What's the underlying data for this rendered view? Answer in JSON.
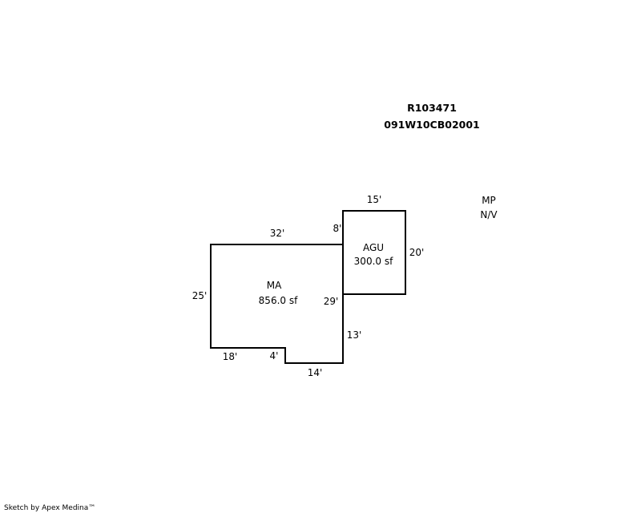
{
  "header": {
    "account": "R103471",
    "map_taxlot": "091W10CB02001"
  },
  "areas": [
    {
      "code": "MA",
      "area": "856.0 sf",
      "dims": [
        "32'",
        "29'",
        "13'",
        "14'",
        "4'",
        "18'",
        "25'"
      ]
    },
    {
      "code": "AGU",
      "area": "300.0 sf",
      "dims": [
        "15'",
        "20'",
        "8'"
      ]
    }
  ],
  "note": {
    "line1": "MP",
    "line2": "N/V"
  },
  "footer": "Sketch by Apex Medina™"
}
